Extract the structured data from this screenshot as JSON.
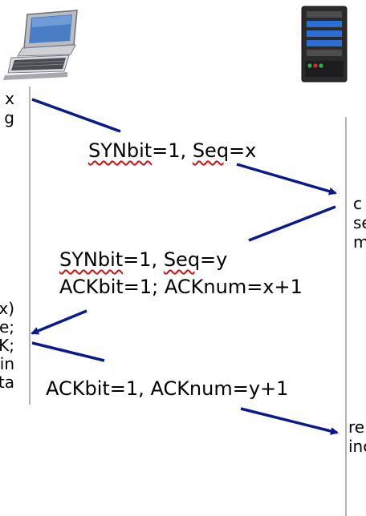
{
  "colors": {
    "arrow": "#0a1a8c",
    "timeline": "#9a9a9a",
    "spellcheck": "#d01010",
    "server_body": "#2a2a2a",
    "server_led_green": "#2bb24c",
    "server_led_red": "#d8262a"
  },
  "icons": {
    "client": "desktop-computer-icon",
    "server": "server-tower-icon"
  },
  "client_notes": [
    "x",
    "g",
    "x)",
    "e;",
    "K;",
    "in",
    "ta"
  ],
  "server_notes": [
    "c",
    "se",
    "m",
    "re",
    "inc"
  ],
  "messages": {
    "syn": {
      "flag": "SYNbit",
      "text": "=1, ",
      "seq_label": "Seq",
      "seq_value": "=x"
    },
    "synack": {
      "flag": "SYNbit",
      "text": "=1, ",
      "seq_label": "Seq",
      "seq_value": "=y",
      "ack_line": "ACKbit=1; ACKnum=x+1"
    },
    "ack": {
      "line": "ACKbit=1, ACKnum=y+1"
    }
  }
}
